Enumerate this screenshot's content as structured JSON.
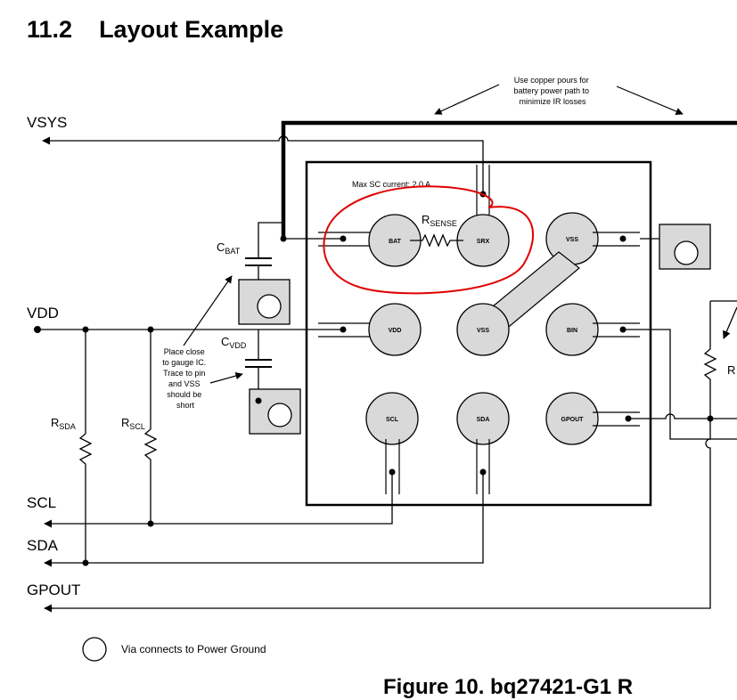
{
  "heading": {
    "number": "11.2",
    "title": "Layout Example"
  },
  "buses": {
    "vsys": "VSYS",
    "vdd": "VDD",
    "scl": "SCL",
    "sda": "SDA",
    "gpout": "GPOUT"
  },
  "pins": {
    "bat": "BAT",
    "srx": "SRX",
    "vss1": "VSS",
    "vdd": "VDD",
    "vss2": "VSS",
    "bin": "BIN",
    "scl": "SCL",
    "sda": "SDA",
    "gpout": "GPOUT"
  },
  "components": {
    "cbat": {
      "main": "C",
      "sub": "BAT"
    },
    "cvdd": {
      "main": "C",
      "sub": "VDD"
    },
    "rsense": {
      "main": "R",
      "sub": "SENSE"
    },
    "rsda": {
      "main": "R",
      "sub": "SDA"
    },
    "rscl": {
      "main": "R",
      "sub": "SCL"
    },
    "rright": {
      "main": "R"
    }
  },
  "notes": {
    "copper": [
      "Use copper pours for",
      "battery power path to",
      "minimize IR losses"
    ],
    "max_current": "Max SC current:  2.0 A",
    "place": [
      "Place close",
      "to gauge IC.",
      "Trace to pin",
      "and VSS",
      "should be",
      "short"
    ],
    "legend": "Via connects to Power Ground"
  },
  "caption": "Figure 10. bq27421-G1 R",
  "colors": {
    "ink": "#000000",
    "pad": "#d9d9d9",
    "annotation": "#e00000"
  }
}
